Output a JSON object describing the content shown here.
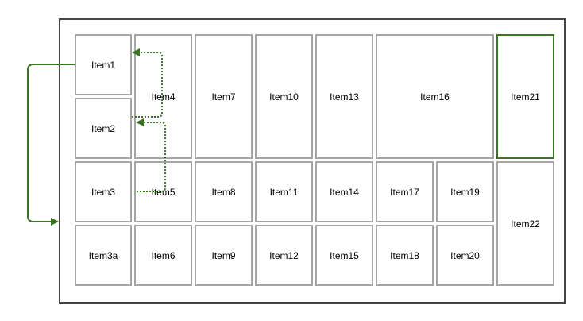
{
  "diagram": {
    "items": [
      {
        "id": "Item1",
        "label": "Item1"
      },
      {
        "id": "Item2",
        "label": "Item2"
      },
      {
        "id": "Item3",
        "label": "Item3"
      },
      {
        "id": "Item3a",
        "label": "Item3a"
      },
      {
        "id": "Item4",
        "label": "Item4"
      },
      {
        "id": "Item5",
        "label": "Item5"
      },
      {
        "id": "Item6",
        "label": "Item6"
      },
      {
        "id": "Item7",
        "label": "Item7"
      },
      {
        "id": "Item8",
        "label": "Item8"
      },
      {
        "id": "Item9",
        "label": "Item9"
      },
      {
        "id": "Item10",
        "label": "Item10"
      },
      {
        "id": "Item11",
        "label": "Item11"
      },
      {
        "id": "Item12",
        "label": "Item12"
      },
      {
        "id": "Item13",
        "label": "Item13"
      },
      {
        "id": "Item14",
        "label": "Item14"
      },
      {
        "id": "Item15",
        "label": "Item15"
      },
      {
        "id": "Item16",
        "label": "Item16"
      },
      {
        "id": "Item17",
        "label": "Item17"
      },
      {
        "id": "Item18",
        "label": "Item18"
      },
      {
        "id": "Item19",
        "label": "Item19"
      },
      {
        "id": "Item20",
        "label": "Item20"
      },
      {
        "id": "Item21",
        "label": "Item21",
        "highlighted": true
      },
      {
        "id": "Item22",
        "label": "Item22"
      }
    ],
    "connectors": [
      {
        "from": "Item1",
        "to": "Item3",
        "style": "solid"
      },
      {
        "from": "Item2",
        "to": "Item1",
        "style": "dotted"
      },
      {
        "from": "Item3",
        "to": "Item2",
        "style": "dotted"
      }
    ],
    "colors": {
      "accent": "#3a7423",
      "item_border": "#a6a6a6",
      "frame_border": "#444444"
    }
  }
}
